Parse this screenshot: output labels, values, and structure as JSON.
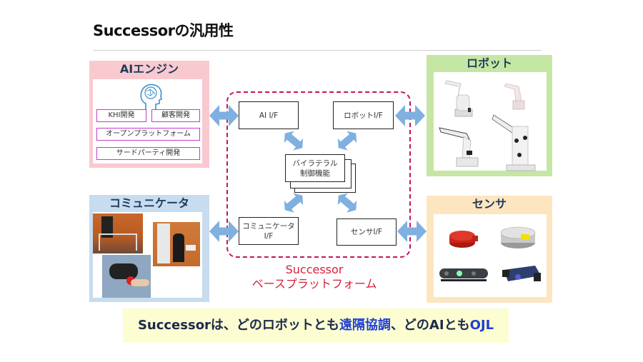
{
  "title": "Successorの汎用性",
  "panels": {
    "ai_engine": {
      "heading": "AIエンジン",
      "icon": "brain-head-icon",
      "tags": [
        "KHI開発",
        "顧客開発",
        "オープンプラットフォーム",
        "サードパーティ開発"
      ],
      "color": "#f9c9d0"
    },
    "communicator": {
      "heading": "コミュニケータ",
      "images": [
        "communicator-photo-1",
        "communicator-photo-2",
        "handheld-controller-photo"
      ],
      "color": "#c7dcef"
    },
    "robot": {
      "heading": "ロボット",
      "images": [
        "robot-arm-1",
        "robot-arm-2",
        "robot-arm-3",
        "robot-arm-4"
      ],
      "color": "#c6e6a3"
    },
    "sensor": {
      "heading": "センサ",
      "images": [
        "force-sensor-red",
        "force-sensor-silver",
        "depth-camera",
        "stereo-camera"
      ],
      "color": "#fde5c0"
    }
  },
  "platform": {
    "interfaces": {
      "ai": "AI I/F",
      "robot": "ロボットI/F",
      "communicator_line1": "コミュニケータ",
      "communicator_line2": "I/F",
      "sensor": "センサI/F"
    },
    "core_line1": "バイラテラル",
    "core_line2": "制御機能",
    "label_line1": "Successor",
    "label_line2": "ベースプラットフォーム",
    "border_color": "#c4145a",
    "arrow_color": "#7fb0e0"
  },
  "bottom": {
    "part1": "Successorは、どのロボットとも",
    "highlight1": "遠隔協調",
    "part2": "、どのAIとも",
    "highlight2": "OJL",
    "highlight_color": "#1f3fd0"
  }
}
